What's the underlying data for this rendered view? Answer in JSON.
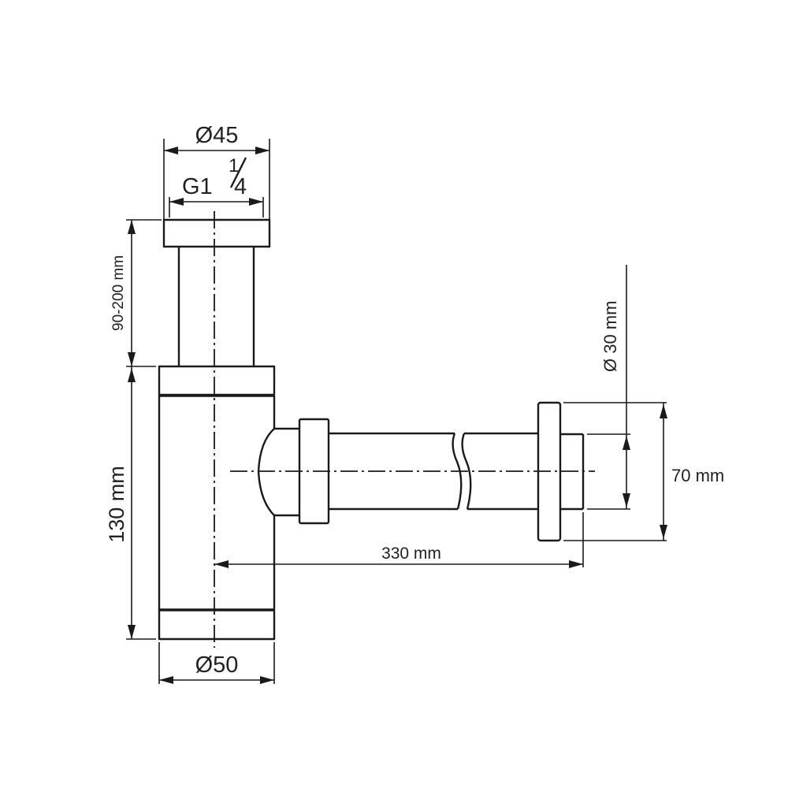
{
  "drawing": {
    "title": "Bottle siphon technical drawing",
    "line_color": "#1a1a1a",
    "background": "#ffffff"
  },
  "dimensions": {
    "top_outer_diameter": "Ø45",
    "thread_size_main": "G1",
    "thread_size_fraction": "1/4",
    "thread_size_fraction_num": "1",
    "thread_size_fraction_den": "4",
    "height_adjust": "90-200 mm",
    "body_height": "130 mm",
    "bottom_diameter": "Ø50",
    "outlet_length": "330 mm",
    "outlet_pipe_diameter": "Ø 30 mm",
    "rosette_diameter": "70 mm"
  },
  "parts": [
    {
      "name": "top-cap"
    },
    {
      "name": "extension-tube"
    },
    {
      "name": "body-upper-cap"
    },
    {
      "name": "bottle-body"
    },
    {
      "name": "body-bottom-cap"
    },
    {
      "name": "outlet-nut"
    },
    {
      "name": "outlet-pipe"
    },
    {
      "name": "wall-rosette"
    },
    {
      "name": "wall-stub"
    }
  ]
}
